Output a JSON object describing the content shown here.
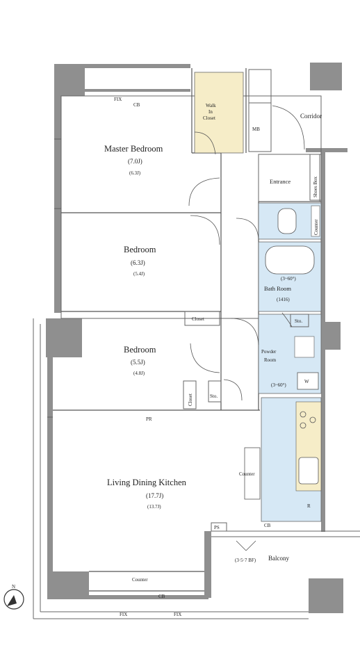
{
  "labels": {
    "corridor": "Corridor",
    "mb": "MB",
    "walk_in_closet_line1": "Walk",
    "walk_in_closet_line2": "In",
    "walk_in_closet_line3": "Closet",
    "entrance": "Entrance",
    "shoes_box": "Shoes Box",
    "counter_toilet": "Counter",
    "master_bedroom": "Master Bedroom",
    "master_bedroom_size_j": "(7.0J)",
    "master_bedroom_size_m": "(6.3J)",
    "bedroom1": "Bedroom",
    "bedroom1_size_j": "(6.3J)",
    "bedroom1_size_m": "(5.4J)",
    "bathroom": "Bath Room",
    "bathroom_size": "(1416)",
    "bath_height": "(3~60°)",
    "closet1": "Closet",
    "sto1": "Sto.",
    "bedroom2": "Bedroom",
    "bedroom2_size_j": "(5.5J)",
    "bedroom2_size_m": "(4.8J)",
    "powder_room_line1": "Powder",
    "powder_room_line2": "Room",
    "w": "W",
    "washer_height": "(3~60°)",
    "closet2": "Closet",
    "sto2": "Sto.",
    "pr": "PR",
    "counter_kitchen": "Counter",
    "ldk": "Living Dining Kitchen",
    "ldk_size_j": "(17.7J)",
    "ldk_size_m": "(13.7J)",
    "r": "R",
    "ps": "PS",
    "cb_bottom_kitchen": "CB",
    "balcony": "Balcony",
    "balcony_note": "(3·5·7 BF)",
    "counter_window": "Counter",
    "cb_window": "CB",
    "fix_left": "FIX",
    "fix_right": "FIX",
    "fix_top": "FIX",
    "cb_top": "CB",
    "compass": "N"
  },
  "colors": {
    "wall": "#8f8f8f",
    "wet_area": "#d6e8f5",
    "closet_fill": "#f6edc8"
  }
}
